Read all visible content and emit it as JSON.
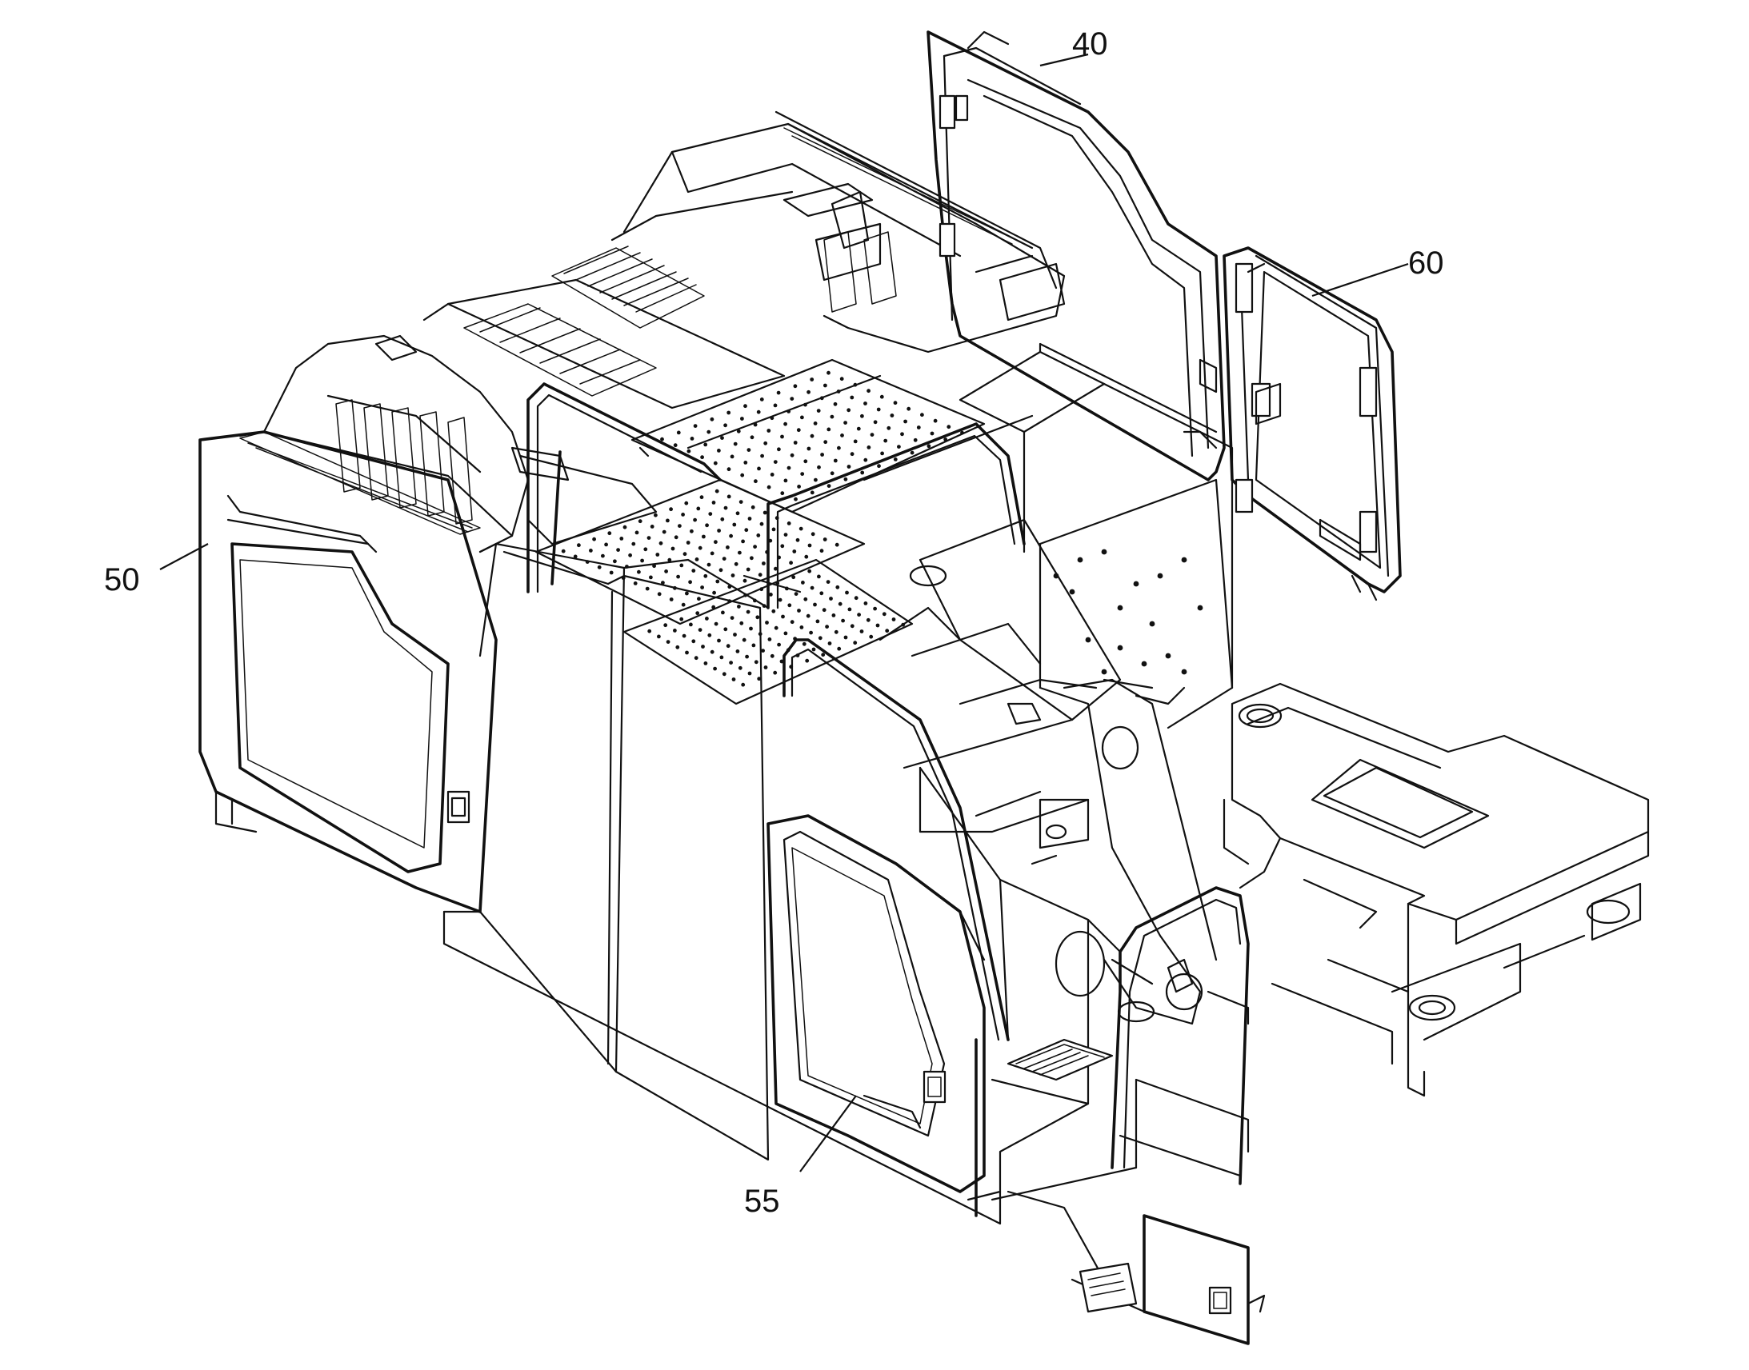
{
  "callouts": [
    {
      "id": "c40",
      "text": "40"
    },
    {
      "id": "c60",
      "text": "60"
    },
    {
      "id": "c50",
      "text": "50"
    },
    {
      "id": "c55",
      "text": "55"
    }
  ],
  "colors": {
    "line": "#111111",
    "background": "#ffffff"
  }
}
